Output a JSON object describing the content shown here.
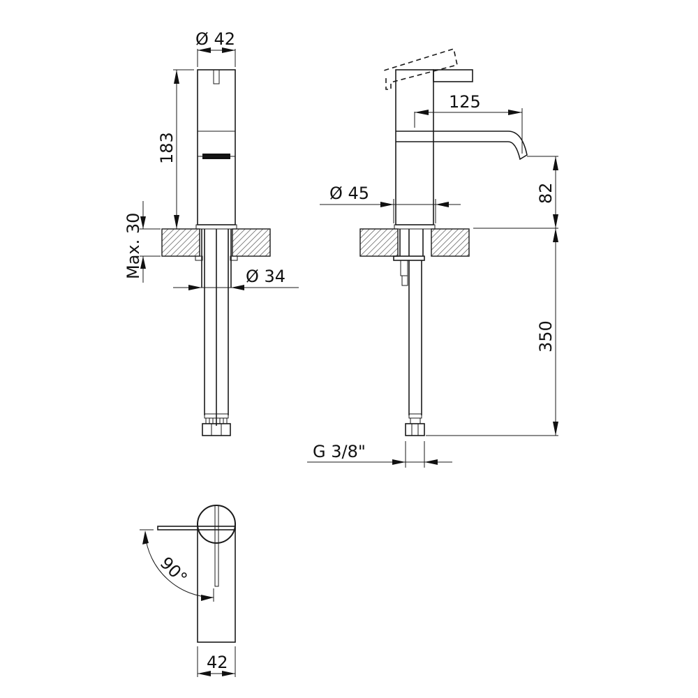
{
  "drawing": {
    "title": "Single-lever basin mixer technical drawing",
    "colors": {
      "line": "#1a1a1a",
      "background": "#ffffff"
    },
    "views": {
      "front": {
        "dimensions": {
          "body_diameter": "Ø 42",
          "body_height": "183",
          "max_countertop": "Max. 30",
          "shank_diameter": "Ø 34"
        }
      },
      "side": {
        "dimensions": {
          "spout_reach": "125",
          "base_diameter": "Ø 45",
          "spout_height": "82",
          "hose_length": "350",
          "connection_thread": "G 3/8\""
        }
      },
      "top": {
        "dimensions": {
          "lever_rotation": "90°",
          "body_width": "42"
        }
      }
    }
  }
}
